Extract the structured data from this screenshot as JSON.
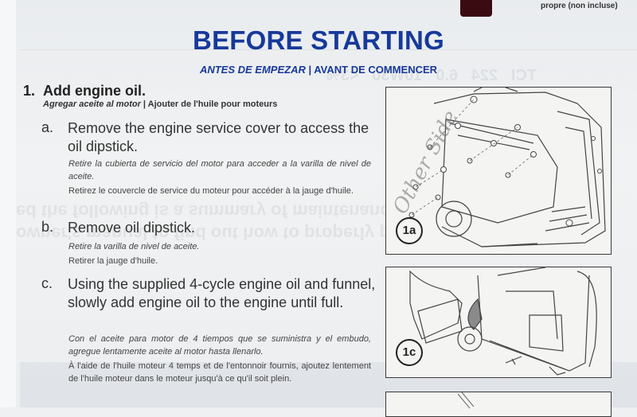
{
  "header": {
    "corner_note": "propre (non incluse)",
    "title": "BEFORE STARTING",
    "subtitle_es": "ANTES DE EMPEZAR",
    "subtitle_sep": " | ",
    "subtitle_fr": "AVANT DE COMMENCER"
  },
  "colors": {
    "title_blue": "#17399a",
    "corner_block": "#3a0c12",
    "text": "#333333"
  },
  "step": {
    "number": "1.",
    "title": "Add engine oil.",
    "title_es": "Agregar aceite al motor",
    "title_sep": " | ",
    "title_fr": "Ajouter de l'huile pour moteurs"
  },
  "substeps": [
    {
      "letter": "a.",
      "text": "Remove the engine service cover to access the oil dipstick.",
      "es": "Retire la cubierta de servicio del motor para acceder a la varilla de nivel de aceite.",
      "fr": "Retirez le couvercle de service du moteur pour accéder à la jauge d'huile."
    },
    {
      "letter": "b.",
      "text": "Remove oil dipstick.",
      "es": "Retire la varilla de nivel de aceite.",
      "fr": "Retirer la jauge d'huile."
    },
    {
      "letter": "c.",
      "text": "Using the supplied 4-cycle engine oil and funnel, slowly add engine oil to the engine until full.",
      "es": "Con el aceite para motor de 4 tiempos que se suministra y el embudo, agregue lentamente aceite al motor hasta llenarlo.",
      "fr": "À l'aide de l'huile moteur 4 temps et de l'entonnoir fournis, ajoutez lentement de l'huile moteur dans le moteur jusqu'à ce qu'il soit plein."
    }
  ],
  "figures": [
    {
      "label": "1a",
      "caption_handwritten": "Other Side"
    },
    {
      "label": "1c"
    },
    {
      "label": ""
    }
  ]
}
